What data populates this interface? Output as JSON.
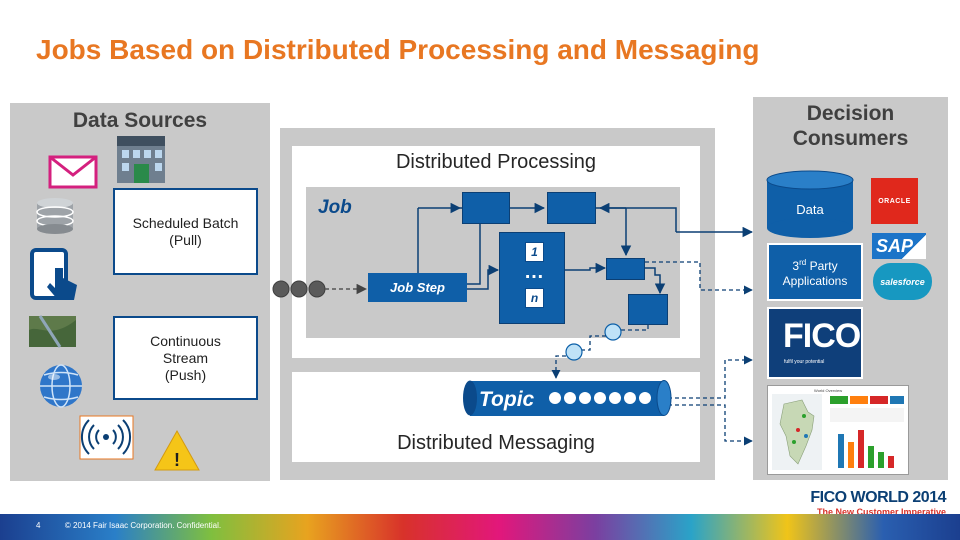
{
  "title": "Jobs Based on Distributed Processing and Messaging",
  "data_sources": {
    "heading": "Data Sources",
    "scheduled_batch": "Scheduled Batch\n(Pull)",
    "continuous_stream": "Continuous\nStream\n(Push)",
    "alert_symbol": "!"
  },
  "processing": {
    "distributed_processing": "Distributed Processing",
    "job_title": "Job",
    "job_step": "Job Step",
    "parallel_first": "1",
    "parallel_dots": "…",
    "parallel_last": "n"
  },
  "messaging": {
    "topic": "Topic",
    "distributed_messaging": "Distributed Messaging"
  },
  "consumers": {
    "heading": "Decision\nConsumers",
    "data": "Data",
    "third_party_sup": "rd",
    "third_party_prefix": "3",
    "third_party_rest": "Party\nApplications",
    "oracle": "ORACLE",
    "sap": "SAP",
    "salesforce": "salesforce",
    "fico": "FICO",
    "fico_tag": "fulfil your potential",
    "dashboard_title": "World Overview"
  },
  "footer": {
    "page": "4",
    "copyright": "© 2014 Fair Isaac Corporation. Confidential.",
    "brand_line1": "FICO WORLD 2014",
    "brand_line2": "The New Customer Imperative"
  },
  "colors": {
    "title": "#e87722",
    "blue": "#0f5fa8",
    "dark_blue": "#0b4a8b",
    "panel_gray": "#c9c9c9",
    "alert_yellow": "#f5c518",
    "mail_pink": "#d4207e"
  },
  "icons": [
    "mail-icon",
    "database-icon",
    "tablet-touch-icon",
    "satellite-image-icon",
    "globe-icon",
    "radio-signal-icon",
    "warning-icon",
    "building-icon"
  ]
}
